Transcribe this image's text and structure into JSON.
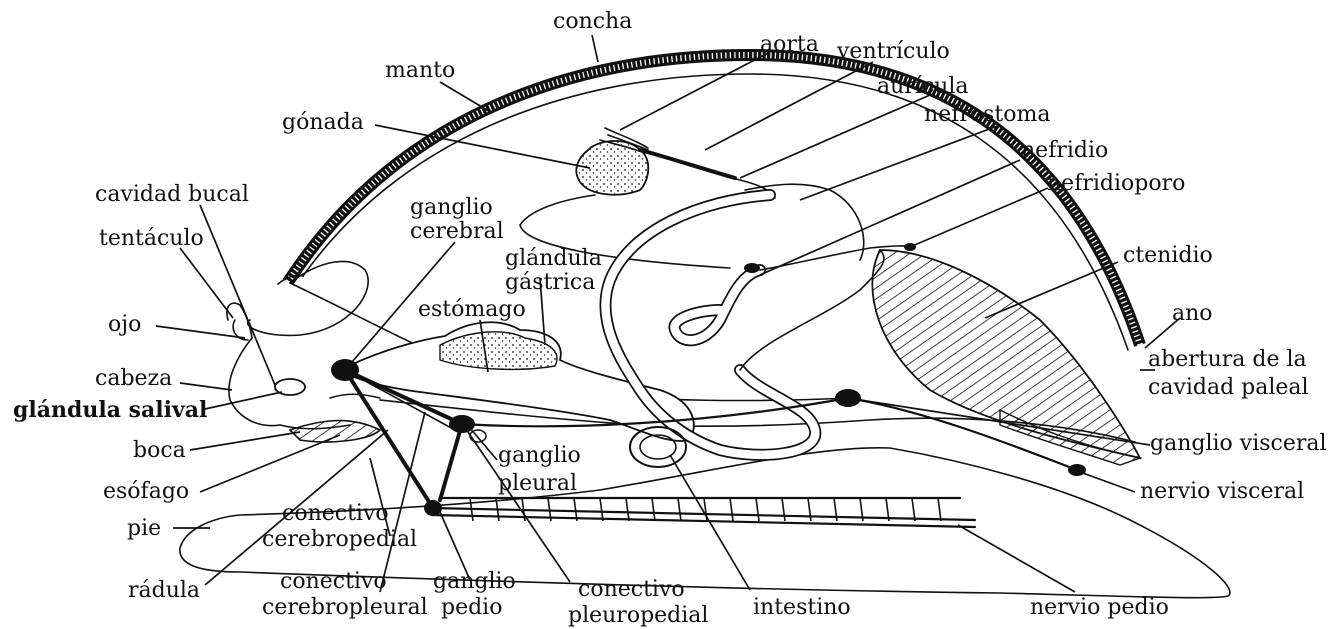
{
  "labels": {
    "concha": "concha",
    "manto": "manto",
    "aorta": "aorta",
    "ventriculo": "ventrículo",
    "auricula": "aurícula",
    "nefrostoma": "nefrostoma",
    "gonada": "gónada",
    "nefridio": "nefridio",
    "nefridioporo": "nefridioporo",
    "cavidad_bucal": "cavidad bucal",
    "ganglio_cerebral_1": "ganglio",
    "ganglio_cerebral_2": "cerebral",
    "tentaculo": "tentáculo",
    "glandula_gastrica_1": "glándula",
    "glandula_gastrica_2": "gástrica",
    "ctenidio": "ctenidio",
    "estomago": "estómago",
    "ojo": "ojo",
    "ano": "ano",
    "abertura_1": "abertura de la",
    "abertura_2": "cavidad paleal",
    "cabeza": "cabeza",
    "glandula_salival": "glándula salival",
    "ganglio_visceral": "ganglio visceral",
    "boca": "boca",
    "ganglio_pleural_1": "ganglio",
    "ganglio_pleural_2": "pleural",
    "nervio_visceral": "nervio visceral",
    "esofago": "esófago",
    "pie": "pie",
    "conectivo_cerebropedial_1": "conectivo",
    "conectivo_cerebropedial_2": "cerebropedial",
    "radula": "rádula",
    "conectivo_cerebropleural_1": "conectivo",
    "conectivo_cerebropleural_2": "cerebropleural",
    "ganglio_pedio_1": "ganglio",
    "ganglio_pedio_2": "pedio",
    "conectivo_pleuropedial_1": "conectivo",
    "conectivo_pleuropedial_2": "pleuropedial",
    "intestino": "intestino",
    "nervio_pedio": "nervio pedio"
  },
  "colors": {
    "ink": "#111111",
    "background": "#ffffff"
  }
}
